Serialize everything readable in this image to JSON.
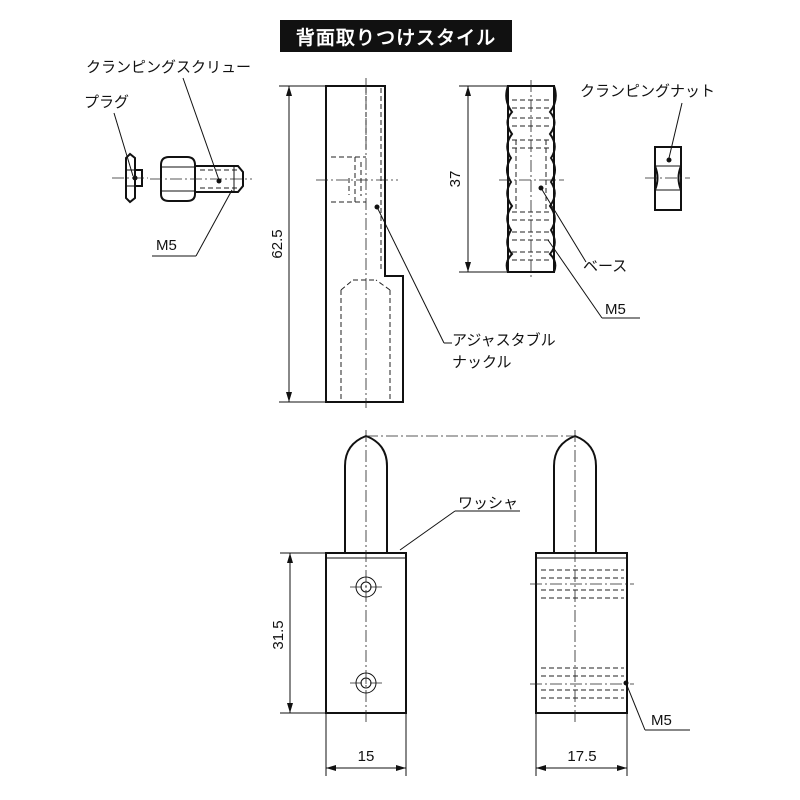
{
  "title": "背面取りつけスタイル",
  "labels": {
    "clamping_screw": "クランピングスクリュー",
    "plug": "プラグ",
    "m5_screw": "M5",
    "clamping_nut": "クランピングナット",
    "base": "ベース",
    "m5_base": "M5",
    "adjustable_knuckle_line1": "アジャスタブル",
    "adjustable_knuckle_line2": "ナックル",
    "washer": "ワッシャ",
    "m5_bottom": "M5"
  },
  "dimensions": {
    "knuckle_height": "62.5",
    "base_height": "37",
    "body_height": "31.5",
    "width_front": "15",
    "width_side": "17.5"
  }
}
